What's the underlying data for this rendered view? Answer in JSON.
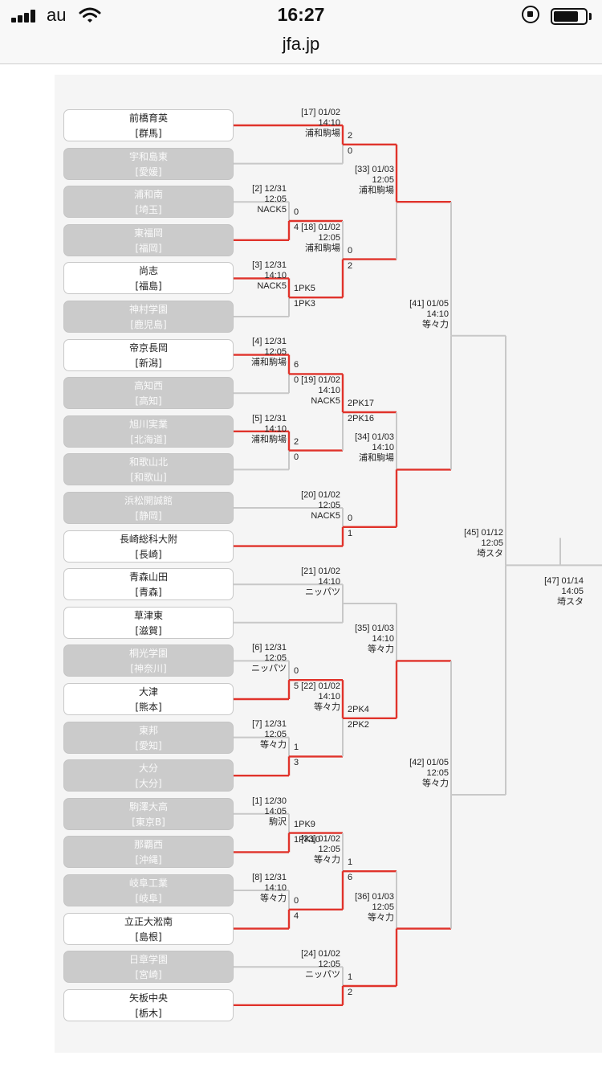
{
  "status_bar": {
    "carrier": "au",
    "time": "16:27"
  },
  "browser": {
    "url": "jfa.jp"
  },
  "colors": {
    "winner_line": "#e0332b",
    "loser_line": "#c8c8c8",
    "loser_box": "#cbcbcb"
  },
  "teams": [
    {
      "name": "前橋育英",
      "pref": "[群馬]",
      "lost": false
    },
    {
      "name": "宇和島東",
      "pref": "[愛媛]",
      "lost": true
    },
    {
      "name": "浦和南",
      "pref": "[埼玉]",
      "lost": true
    },
    {
      "name": "東福岡",
      "pref": "[福岡]",
      "lost": true
    },
    {
      "name": "尚志",
      "pref": "[福島]",
      "lost": false
    },
    {
      "name": "神村学園",
      "pref": "[鹿児島]",
      "lost": true
    },
    {
      "name": "帝京長岡",
      "pref": "[新潟]",
      "lost": false
    },
    {
      "name": "高知西",
      "pref": "[高知]",
      "lost": true
    },
    {
      "name": "旭川実業",
      "pref": "[北海道]",
      "lost": true
    },
    {
      "name": "和歌山北",
      "pref": "[和歌山]",
      "lost": true
    },
    {
      "name": "浜松開誠館",
      "pref": "[静岡]",
      "lost": true
    },
    {
      "name": "長崎総科大附",
      "pref": "[長崎]",
      "lost": false
    },
    {
      "name": "青森山田",
      "pref": "[青森]",
      "lost": false
    },
    {
      "name": "草津東",
      "pref": "[滋賀]",
      "lost": false
    },
    {
      "name": "桐光学園",
      "pref": "[神奈川]",
      "lost": true
    },
    {
      "name": "大津",
      "pref": "[熊本]",
      "lost": false
    },
    {
      "name": "東邦",
      "pref": "[愛知]",
      "lost": true
    },
    {
      "name": "大分",
      "pref": "[大分]",
      "lost": true
    },
    {
      "name": "駒澤大高",
      "pref": "[東京B]",
      "lost": true
    },
    {
      "name": "那覇西",
      "pref": "[沖縄]",
      "lost": true
    },
    {
      "name": "岐阜工業",
      "pref": "[岐阜]",
      "lost": true
    },
    {
      "name": "立正大淞南",
      "pref": "[島根]",
      "lost": false
    },
    {
      "name": "日章学園",
      "pref": "[宮崎]",
      "lost": true
    },
    {
      "name": "矢板中央",
      "pref": "[栃木]",
      "lost": false
    }
  ],
  "matches": [
    {
      "id": "[2]",
      "info": "[2] 12/31\n12:05\nNACK5",
      "scores": [
        "0",
        "4"
      ],
      "top_won": false
    },
    {
      "id": "[3]",
      "info": "[3] 12/31\n14:10\nNACK5",
      "scores": [
        "1PK5",
        "1PK3"
      ],
      "top_won": true
    },
    {
      "id": "[4]",
      "info": "[4] 12/31\n12:05\n浦和駒場",
      "scores": [
        "6",
        "0"
      ],
      "top_won": true
    },
    {
      "id": "[5]",
      "info": "[5] 12/31\n14:10\n浦和駒場",
      "scores": [
        "2",
        "0"
      ],
      "top_won": true
    },
    {
      "id": "[6]",
      "info": "[6] 12/31\n12:05\nニッパツ",
      "scores": [
        "0",
        "5"
      ],
      "top_won": false
    },
    {
      "id": "[7]",
      "info": "[7] 12/31\n12:05\n等々力",
      "scores": [
        "1",
        "3"
      ],
      "top_won": false
    },
    {
      "id": "[1]",
      "info": "[1] 12/30\n14:05\n駒沢",
      "scores": [
        "1PK9",
        "1PK10"
      ],
      "top_won": false
    },
    {
      "id": "[8]",
      "info": "[8] 12/31\n14:10\n等々力",
      "scores": [
        "0",
        "4"
      ],
      "top_won": false
    },
    {
      "id": "[17]",
      "info": "[17] 01/02\n14:10\n浦和駒場",
      "scores": [
        "2",
        "0"
      ],
      "top_won": true
    },
    {
      "id": "[18]",
      "info": "[18] 01/02\n12:05\n浦和駒場",
      "scores": [
        "0",
        "2"
      ],
      "top_won": false
    },
    {
      "id": "[19]",
      "info": "[19] 01/02\n14:10\nNACK5",
      "scores": [
        "2PK17",
        "2PK16"
      ],
      "top_won": true
    },
    {
      "id": "[20]",
      "info": "[20] 01/02\n12:05\nNACK5",
      "scores": [
        "0",
        "1"
      ],
      "top_won": false
    },
    {
      "id": "[21]",
      "info": "[21] 01/02\n14:10\nニッパツ",
      "scores": [
        "",
        ""
      ],
      "top_won": null
    },
    {
      "id": "[22]",
      "info": "[22] 01/02\n14:10\n等々力",
      "scores": [
        "2PK4",
        "2PK2"
      ],
      "top_won": true
    },
    {
      "id": "[23]",
      "info": "[23] 01/02\n12:05\n等々力",
      "scores": [
        "1",
        "6"
      ],
      "top_won": false
    },
    {
      "id": "[24]",
      "info": "[24] 01/02\n12:05\nニッパツ",
      "scores": [
        "1",
        "2"
      ],
      "top_won": false
    },
    {
      "id": "[33]",
      "info": "[33] 01/03\n12:05\n浦和駒場",
      "scores": [
        "",
        ""
      ],
      "top_won": true
    },
    {
      "id": "[34]",
      "info": "[34] 01/03\n14:10\n浦和駒場",
      "scores": [
        "",
        ""
      ],
      "top_won": false
    },
    {
      "id": "[35]",
      "info": "[35] 01/03\n14:10\n等々力",
      "scores": [
        "",
        ""
      ],
      "top_won": false
    },
    {
      "id": "[36]",
      "info": "[36] 01/03\n12:05\n等々力",
      "scores": [
        "",
        ""
      ],
      "top_won": false
    },
    {
      "id": "[41]",
      "info": "[41] 01/05\n14:10\n等々力",
      "scores": [
        "",
        ""
      ],
      "top_won": null
    },
    {
      "id": "[42]",
      "info": "[42] 01/05\n12:05\n等々力",
      "scores": [
        "",
        ""
      ],
      "top_won": null
    },
    {
      "id": "[45]",
      "info": "[45] 01/12\n12:05\n埼スタ",
      "scores": [
        "",
        ""
      ],
      "top_won": null
    },
    {
      "id": "[47]",
      "info": "[47] 01/14\n14:05\n埼スタ",
      "scores": [
        "",
        ""
      ],
      "top_won": null
    }
  ]
}
